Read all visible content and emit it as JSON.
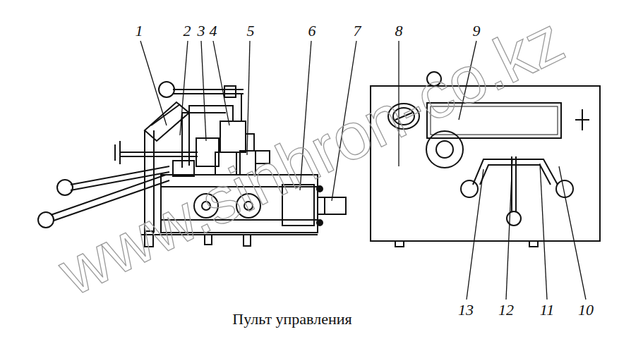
{
  "diagram": {
    "caption": "Пульт управления",
    "labels": [
      "1",
      "2",
      "3",
      "4",
      "5",
      "6",
      "7",
      "8",
      "9",
      "13",
      "12",
      "11",
      "10",
      "www.sinhron-co.kz"
    ]
  }
}
